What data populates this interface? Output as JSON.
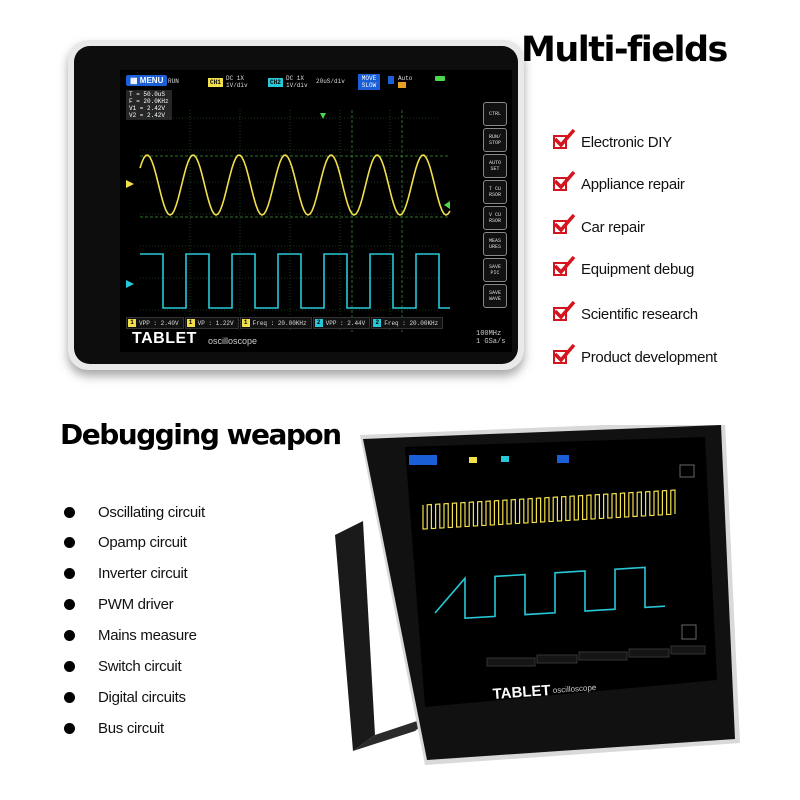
{
  "headings": {
    "multi_fields": "Multi-fields",
    "debugging_weapon": "Debugging weapon"
  },
  "checklist": [
    "Electronic DIY",
    "Appliance repair",
    "Car repair",
    "Equipment debug",
    "Scientific research",
    "Product development"
  ],
  "bullets": [
    "Oscillating circuit",
    "Opamp circuit",
    "Inverter circuit",
    "PWM driver",
    "Mains measure",
    "Switch circuit",
    "Digital circuits",
    "Bus circuit"
  ],
  "device": {
    "brand": "TABLET",
    "model": "oscilloscope",
    "bandwidth": "100MHz",
    "sample_rate": "1 GSa/s",
    "menu_label": "MENU",
    "run_state": "RUN",
    "ch1": {
      "label": "CH1",
      "coupling": "DC 1X",
      "scale": "1V/div"
    },
    "ch2": {
      "label": "CH2",
      "coupling": "DC 1X",
      "scale": "1V/div"
    },
    "timebase": "20uS/div",
    "mode": "MOVE SLOW",
    "trigger": "Auto",
    "readout": {
      "t": "T = 50.0uS",
      "f": "F = 20.0KHz",
      "v1": "V1 = 2.42V",
      "v2": "V2 = 2.42V"
    },
    "side_buttons": [
      "CTRL",
      "RUN/ STOP",
      "AUTO SET",
      "T CU RSOR",
      "V CU RSOR",
      "MEAS URES",
      "SAVE PIC",
      "SAVE WAVE"
    ],
    "measurements": [
      {
        "ch": "1",
        "text": "VPP : 2.40V"
      },
      {
        "ch": "1",
        "text": "VP : 1.22V"
      },
      {
        "ch": "1",
        "text": "Freq : 20.00KHz"
      },
      {
        "ch": "2",
        "text": "VPP : 2.44V"
      },
      {
        "ch": "2",
        "text": "Freq : 20.00KHz"
      }
    ]
  },
  "colors": {
    "ch1": "#f2e04a",
    "ch2": "#27c8d8",
    "check_red": "#d4141e",
    "menu_blue": "#1b5fd6",
    "grid": "#2f6a2f"
  }
}
